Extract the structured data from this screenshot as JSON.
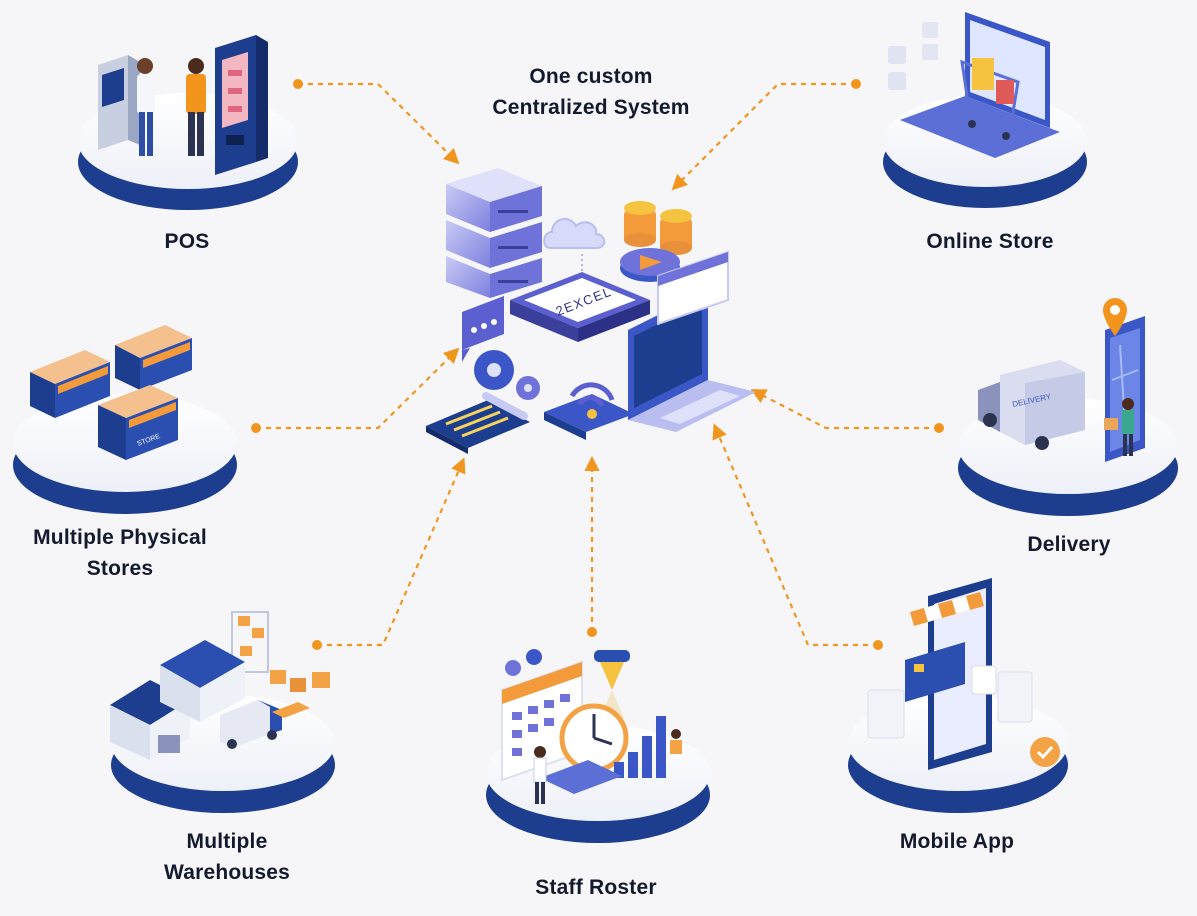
{
  "center": {
    "title_line1": "One custom",
    "title_line2": "Centralized System",
    "brand": "2EXCEL"
  },
  "nodes": {
    "pos": {
      "label": "POS"
    },
    "online_store": {
      "label": "Online Store"
    },
    "physical_stores": {
      "label_line1": "Multiple Physical",
      "label_line2": "Stores",
      "sign": "STORE"
    },
    "delivery": {
      "label": "Delivery",
      "truck_text": "DELIVERY"
    },
    "warehouses": {
      "label_line1": "Multiple",
      "label_line2": "Warehouses"
    },
    "staff_roster": {
      "label": "Staff Roster"
    },
    "mobile_app": {
      "label": "Mobile App"
    }
  },
  "colors": {
    "background": "#f6f6f8",
    "platform_dark": "#1d3d8f",
    "platform_top": "#ffffff",
    "connector": "#f0961e",
    "label_text": "#141a2e",
    "accent_purple": "#6f72d8"
  }
}
